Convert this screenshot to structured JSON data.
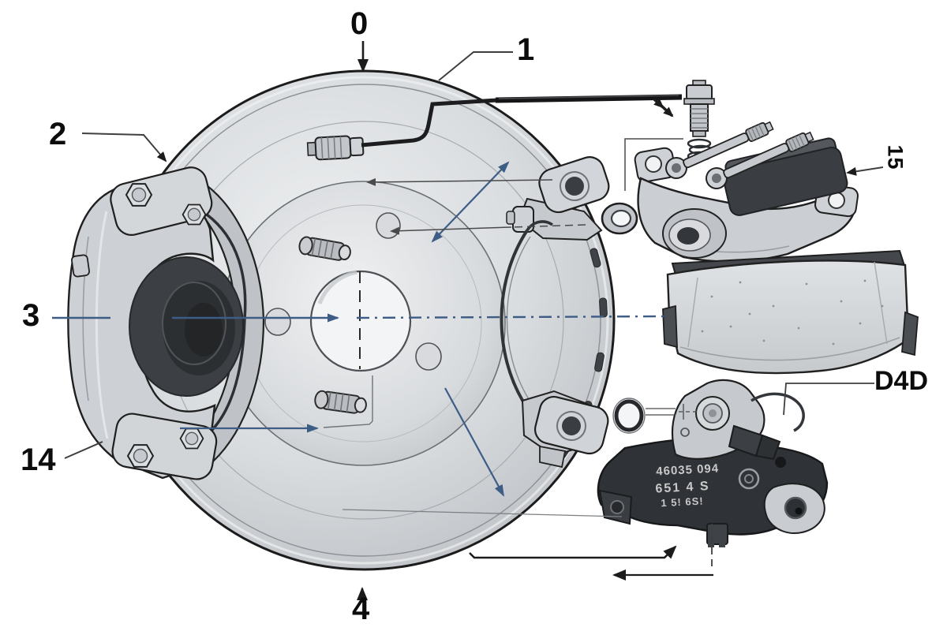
{
  "diagram": {
    "title": "Disc brake assembly exploded-view diagram",
    "background": "#ffffff",
    "labels": {
      "l0": "0",
      "l1": "1",
      "l2": "2",
      "l3": "3",
      "l14": "14",
      "l4": "4",
      "l15": "15",
      "d4d": "D4D"
    },
    "pad_stamp": {
      "line1": "46035 094",
      "line2": "651 4 S",
      "line3": "1 5! 6S!"
    },
    "parts": [
      "brake-disc-rotor",
      "wheel-hub",
      "wheel-stud",
      "brake-caliper",
      "caliper-carrier",
      "caliper-bracket-upper",
      "caliper-bracket-lower",
      "pad-retaining-spring",
      "brake-hose",
      "hose-fitting",
      "banjo-bolt",
      "spring-washer",
      "caliper-housing",
      "guide-pin-bolt",
      "seal-ring",
      "outer-brake-pad",
      "inner-brake-pad",
      "wear-sensor",
      "grommet"
    ],
    "colors": {
      "line": "#1c1c1c",
      "leader": "#4a4a4a",
      "arrow_blue": "#3d5c86",
      "metal_light": "#d4d7da",
      "metal_mid": "#c3c6ca",
      "metal_dark": "#8f9397",
      "pad_dark": "#2f3236",
      "stamp_text": "#c9c9c9"
    }
  }
}
